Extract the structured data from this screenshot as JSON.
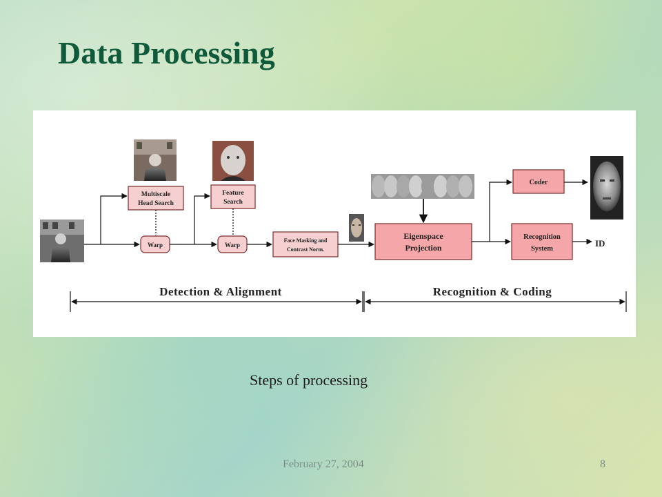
{
  "slide": {
    "title": "Data Processing",
    "caption": "Steps of processing",
    "footer_date": "February 27, 2004",
    "page_number": "8"
  },
  "diagram": {
    "boxes": {
      "head_search_line1": "Multiscale",
      "head_search_line2": "Head Search",
      "feature_search_line1": "Feature",
      "feature_search_line2": "Search",
      "warp_1": "Warp",
      "warp_2": "Warp",
      "face_masking_line1": "Face Masking and",
      "face_masking_line2": "Contrast Norm.",
      "eigenspace_line1": "Eigenspace",
      "eigenspace_line2": "Projection",
      "coder": "Coder",
      "recognition_line1": "Recognition",
      "recognition_line2": "System",
      "output_id": "ID"
    },
    "stages": {
      "detection": "Detection & Alignment",
      "recognition": "Recognition & Coding"
    },
    "photos": [
      "input-photo-icon",
      "head-search-photo-icon",
      "feature-search-photo-icon",
      "cropped-face-icon",
      "eigenfaces-strip-icon",
      "reconstructed-face-icon"
    ],
    "colors": {
      "box_fill": "#f6cfd0",
      "box_fill_strong": "#f4a6a8",
      "box_stroke": "#7a2a2a",
      "line": "#111111"
    }
  }
}
